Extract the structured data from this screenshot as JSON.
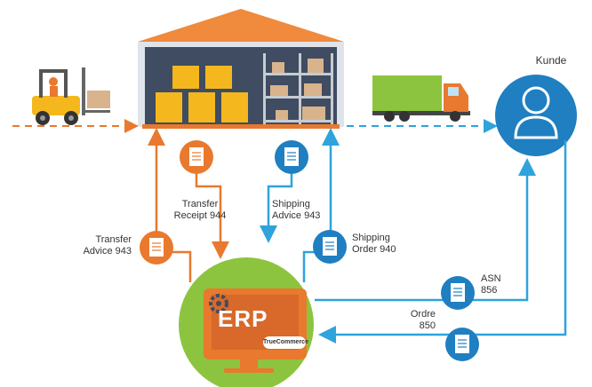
{
  "labels": {
    "kunde": "Kunde",
    "transfer_receipt": [
      "Transfer",
      "Receipt 944"
    ],
    "shipping_advice": [
      "Shipping",
      "Advice 943"
    ],
    "transfer_advice": [
      "Transfer",
      "Advice 943"
    ],
    "shipping_order": [
      "Shipping",
      "Order 940"
    ],
    "asn": [
      "ASN",
      "856"
    ],
    "ordre": [
      "Ordre",
      "850"
    ],
    "erp": "ERP",
    "logo": "TrueCommerce"
  },
  "colors": {
    "orange": "#e8792e",
    "blue": "#2ea3dc",
    "green": "#8cc43f",
    "customer_blue": "#1f7fc1",
    "warehouse_roof": "#f08a3c",
    "warehouse_bg": "#3f4c61"
  },
  "icons": [
    "forklift-icon",
    "warehouse-icon",
    "truck-icon",
    "customer-icon",
    "document-icon",
    "erp-monitor-icon",
    "gear-icon"
  ]
}
